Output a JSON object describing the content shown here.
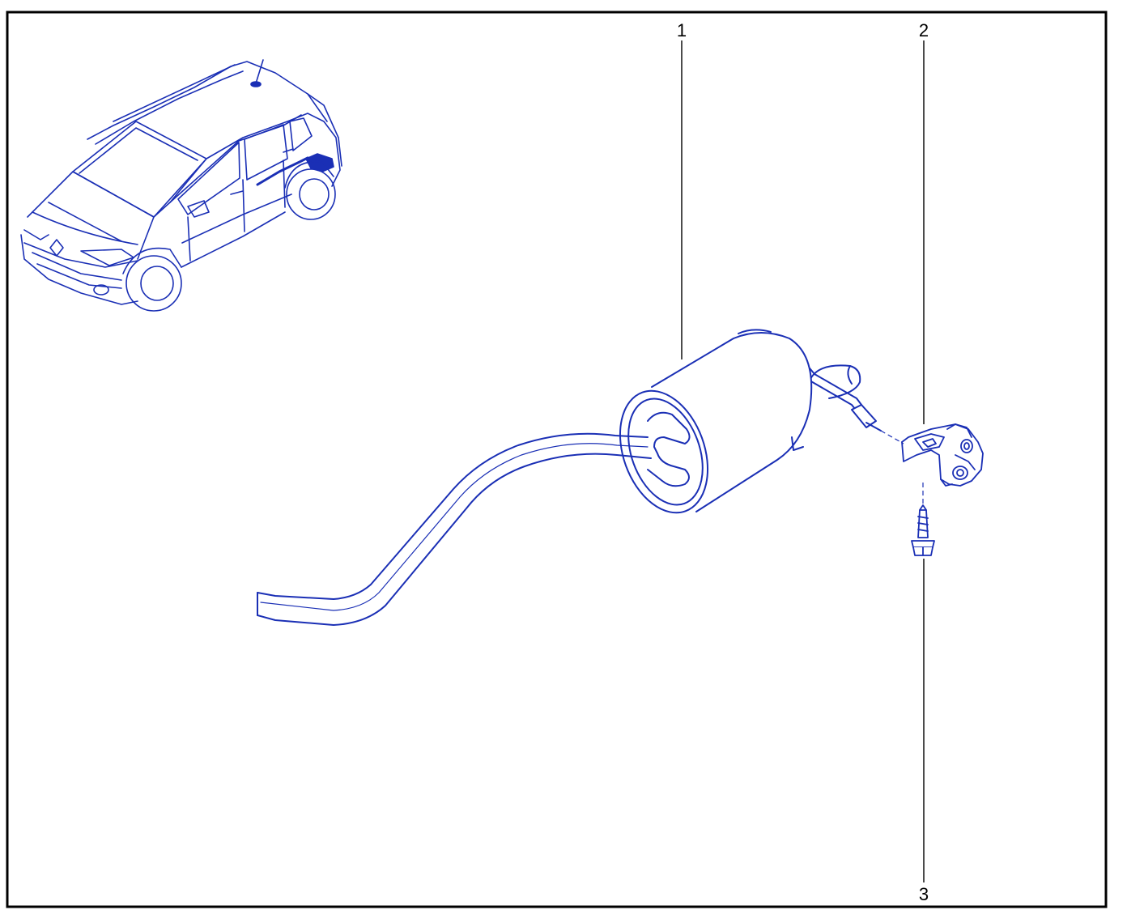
{
  "callouts": [
    {
      "id": "1",
      "label": "1"
    },
    {
      "id": "2",
      "label": "2"
    },
    {
      "id": "3",
      "label": "3"
    }
  ],
  "colors": {
    "line_art": "#1a2fb5",
    "line_art_fill": "#ffffff",
    "frame": "#000000",
    "leader": "#000000",
    "background": "#ffffff"
  },
  "icons": {
    "vehicle": "vehicle-locator-icon",
    "muffler": "rear-muffler-icon",
    "bracket": "mounting-bracket-icon",
    "bolt": "bolt-icon"
  }
}
